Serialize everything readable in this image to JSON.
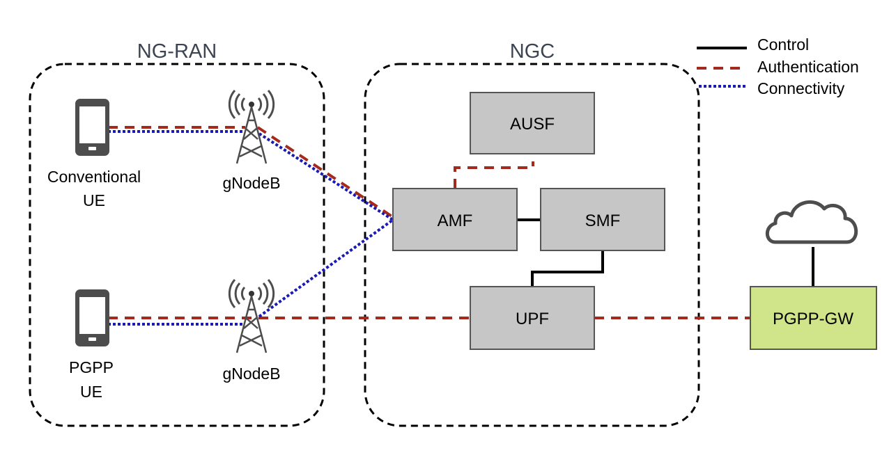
{
  "diagram": {
    "regions": [
      {
        "id": "ng-ran",
        "title": "NG-RAN"
      },
      {
        "id": "ngc",
        "title": "NGC"
      }
    ],
    "devices": [
      {
        "id": "conventional-ue",
        "label_lines": [
          "Conventional",
          "UE"
        ]
      },
      {
        "id": "pgpp-ue",
        "label_lines": [
          "PGPP",
          "UE"
        ]
      }
    ],
    "base_stations": [
      {
        "id": "gnodeb-top",
        "label": "gNodeB"
      },
      {
        "id": "gnodeb-bottom",
        "label": "gNodeB"
      }
    ],
    "network_functions": [
      {
        "id": "ausf",
        "label": "AUSF"
      },
      {
        "id": "amf",
        "label": "AMF"
      },
      {
        "id": "smf",
        "label": "SMF"
      },
      {
        "id": "upf",
        "label": "UPF"
      },
      {
        "id": "pgpp-gw",
        "label": "PGPP-GW"
      }
    ],
    "external": [
      {
        "id": "internet",
        "icon": "cloud-icon"
      }
    ],
    "links": [
      {
        "from": "conventional-ue",
        "to": "gnodeb-top",
        "type": "authentication"
      },
      {
        "from": "conventional-ue",
        "to": "gnodeb-top",
        "type": "connectivity"
      },
      {
        "from": "gnodeb-top",
        "to": "amf",
        "type": "authentication"
      },
      {
        "from": "gnodeb-top",
        "to": "amf",
        "type": "connectivity"
      },
      {
        "from": "pgpp-ue",
        "to": "gnodeb-bottom",
        "type": "authentication"
      },
      {
        "from": "pgpp-ue",
        "to": "gnodeb-bottom",
        "type": "connectivity"
      },
      {
        "from": "gnodeb-bottom",
        "to": "amf",
        "type": "connectivity"
      },
      {
        "from": "gnodeb-bottom",
        "to": "upf",
        "type": "authentication"
      },
      {
        "from": "upf",
        "to": "pgpp-gw",
        "type": "authentication"
      },
      {
        "from": "amf",
        "to": "ausf",
        "type": "authentication"
      },
      {
        "from": "amf",
        "to": "smf",
        "type": "control"
      },
      {
        "from": "smf",
        "to": "upf",
        "type": "control"
      },
      {
        "from": "pgpp-gw",
        "to": "internet",
        "type": "control"
      }
    ]
  },
  "legend": [
    {
      "type": "control",
      "label": "Control",
      "style": "solid"
    },
    {
      "type": "authentication",
      "label": "Authentication",
      "style": "dashed"
    },
    {
      "type": "connectivity",
      "label": "Connectivity",
      "style": "dotted"
    }
  ],
  "colors": {
    "control": "#000000",
    "authentication": "#a52a1e",
    "connectivity": "#1a1ab4",
    "nf_fill": "#c6c6c6",
    "gw_fill": "#d0e58a",
    "icon_gray": "#4d4d4d",
    "region_title": "#3d4451"
  }
}
